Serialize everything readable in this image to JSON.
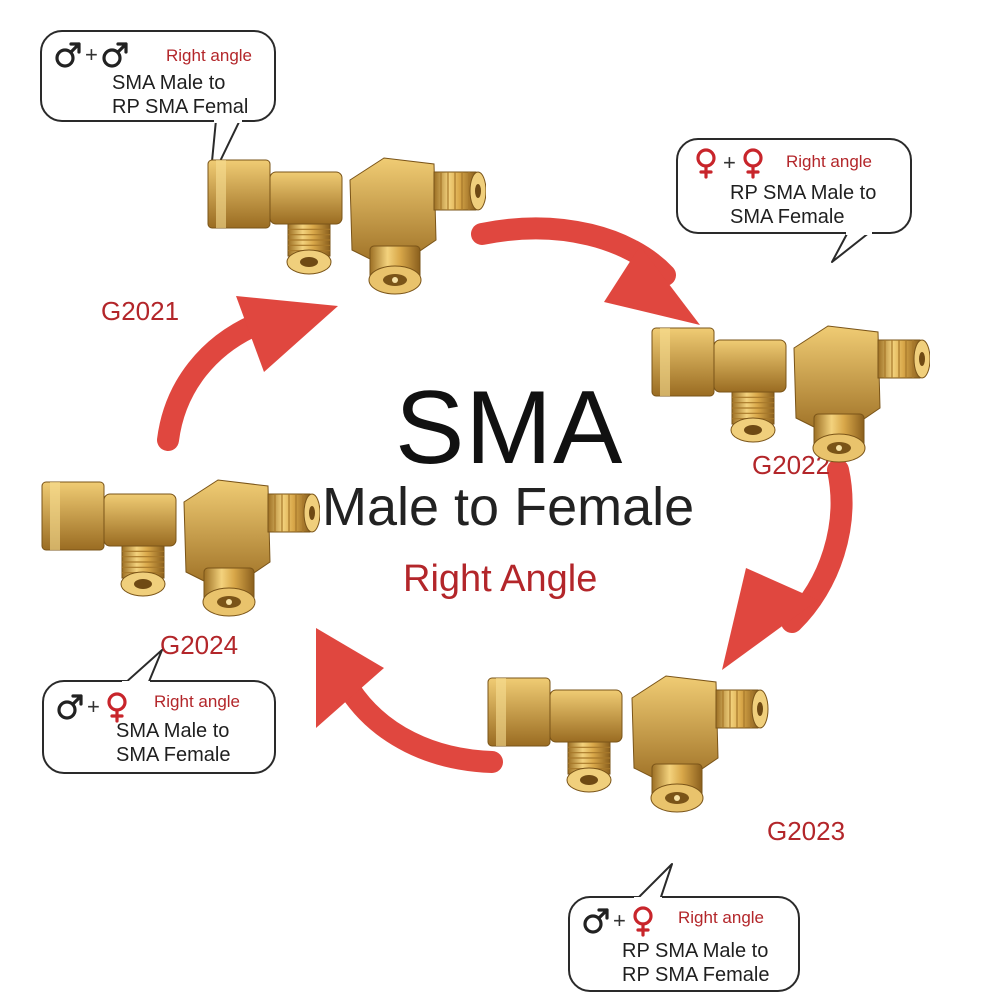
{
  "title": {
    "main": "SMA",
    "sub": "Male to Female",
    "angle": "Right Angle"
  },
  "colors": {
    "arrow": "#e0473f",
    "accent_red": "#b3262a",
    "gold": "#d9a84a"
  },
  "products": [
    {
      "code": "G2021",
      "bubble": {
        "symbols": [
          "male-symbol-icon",
          "male-symbol-icon"
        ],
        "symbol_colors": [
          "#222222",
          "#222222"
        ],
        "angle_label": "Right angle",
        "line1": "SMA Male to",
        "line2": "RP SMA Femal"
      }
    },
    {
      "code": "G2022",
      "bubble": {
        "symbols": [
          "female-symbol-icon",
          "female-symbol-icon"
        ],
        "symbol_colors": [
          "#c8252b",
          "#c8252b"
        ],
        "angle_label": "Right angle",
        "line1": "RP SMA Male to",
        "line2": "SMA Female"
      }
    },
    {
      "code": "G2023",
      "bubble": {
        "symbols": [
          "male-symbol-icon",
          "female-symbol-icon"
        ],
        "symbol_colors": [
          "#222222",
          "#c8252b"
        ],
        "angle_label": "Right angle",
        "line1": "RP SMA Male to",
        "line2": "RP SMA Female"
      }
    },
    {
      "code": "G2024",
      "bubble": {
        "symbols": [
          "male-symbol-icon",
          "female-symbol-icon"
        ],
        "symbol_colors": [
          "#222222",
          "#c8252b"
        ],
        "angle_label": "Right angle",
        "line1": "SMA Male to",
        "line2": "SMA Female"
      }
    }
  ]
}
